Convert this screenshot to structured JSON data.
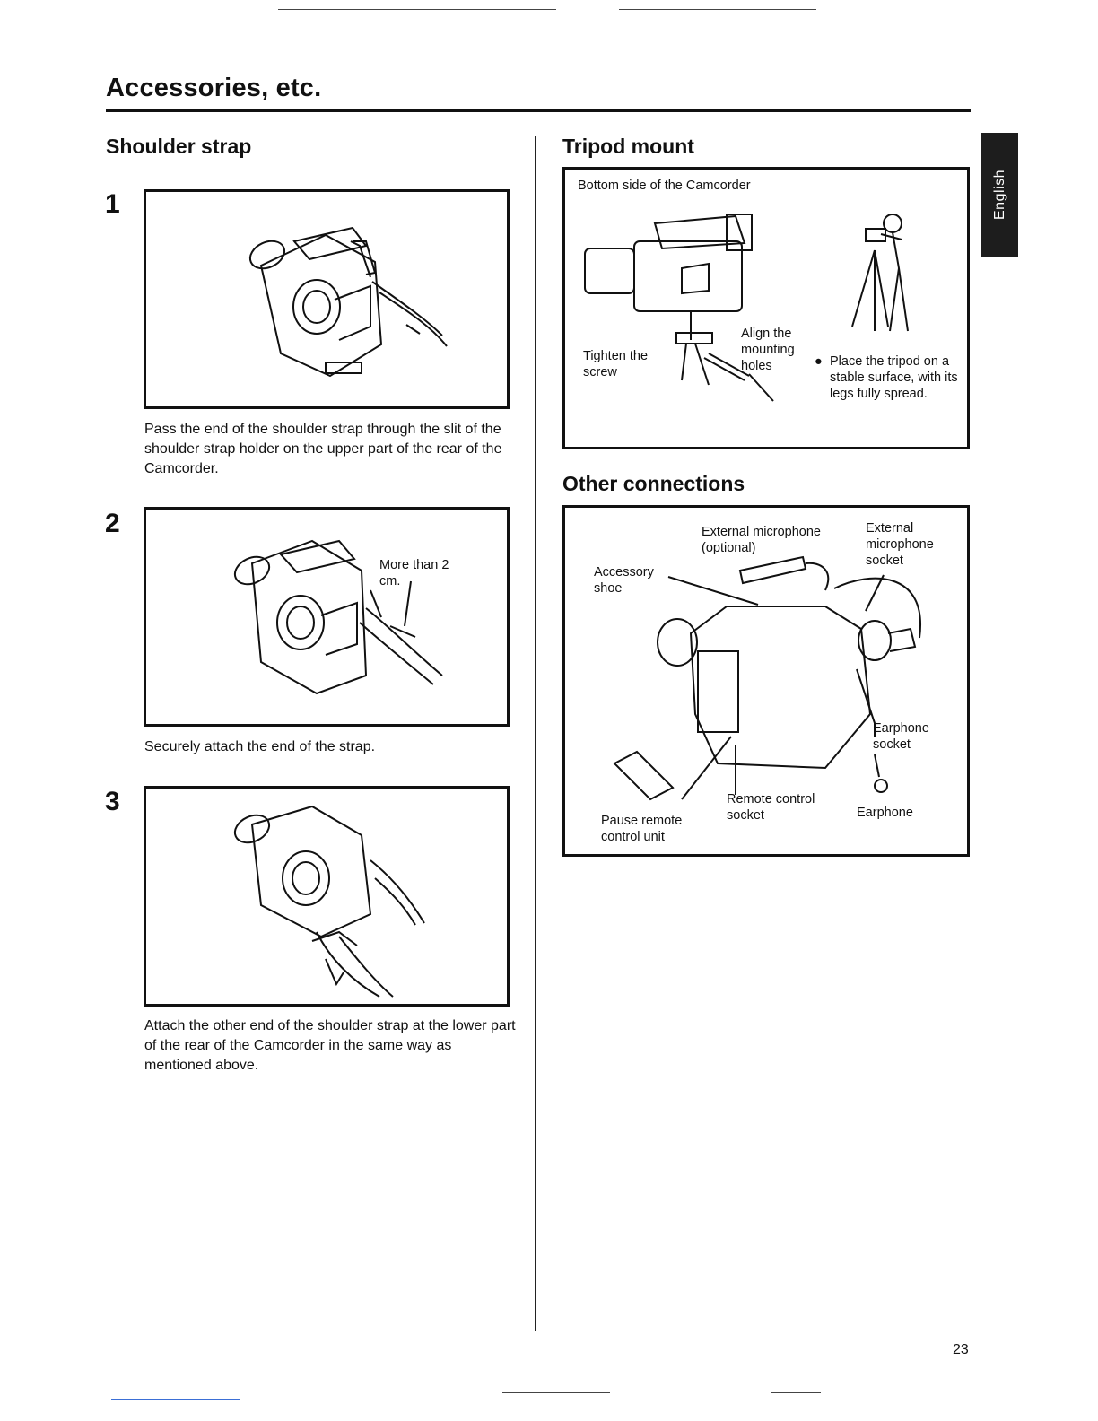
{
  "page": {
    "title": "Accessories, etc.",
    "language_tab": "English",
    "page_number": "23"
  },
  "shoulder_strap": {
    "heading": "Shoulder strap",
    "steps": [
      {
        "number": "1",
        "caption": "Pass the end of the shoulder strap through the slit of the shoulder strap holder on the upper part of the rear of the Camcorder."
      },
      {
        "number": "2",
        "callout": "More than 2 cm.",
        "caption": "Securely attach the end of the strap."
      },
      {
        "number": "3",
        "caption": "Attach the other end of the shoulder strap at the lower part of the rear of the Camcorder in the same way as mentioned above."
      }
    ]
  },
  "tripod_mount": {
    "heading": "Tripod mount",
    "box_caption": "Bottom side of the Camcorder",
    "label_tighten": "Tighten the screw",
    "label_align": "Align the mounting holes",
    "bullet": "Place the tripod on a stable surface, with its legs fully spread."
  },
  "other_connections": {
    "heading": "Other connections",
    "labels": {
      "external_microphone": "External microphone (optional)",
      "external_microphone_socket": "External microphone socket",
      "accessory_shoe": "Accessory shoe",
      "earphone_socket": "Earphone socket",
      "remote_control_socket": "Remote control socket",
      "earphone": "Earphone",
      "pause_remote_control_unit": "Pause remote control unit"
    }
  }
}
